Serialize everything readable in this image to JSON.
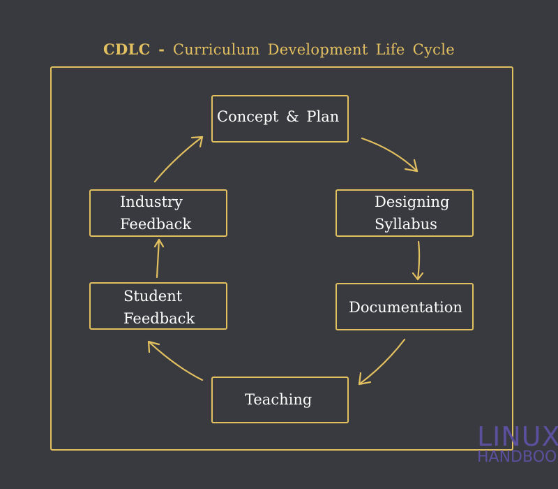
{
  "title": {
    "abbr": "CDLC",
    "sep": " - ",
    "text": "Curriculum  Development  Life  Cycle"
  },
  "nodes": {
    "concept_plan": "Concept  &  Plan",
    "designing_syllabus": "Designing\nSyllabus",
    "documentation": "Documentation",
    "teaching": "Teaching",
    "student_feedback": "Student\nFeedback",
    "industry_feedback": "Industry\nFeedback"
  },
  "watermark": {
    "line1": "LINUX",
    "line2": "HANDBOOK"
  },
  "colors": {
    "background": "#393a3f",
    "accent": "#e3c060",
    "text": "#ffffff",
    "watermark": "#5b4f9e"
  }
}
